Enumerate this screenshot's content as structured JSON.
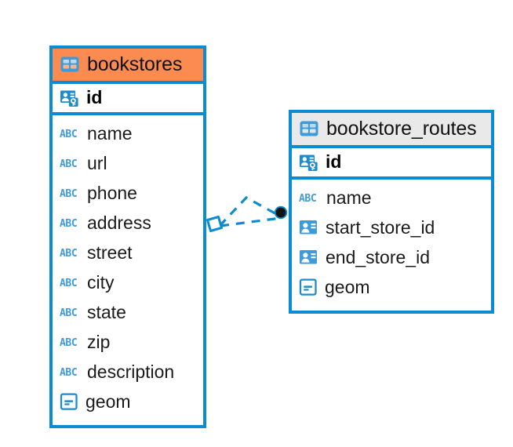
{
  "diagram": {
    "type": "entity-relationship-diagram",
    "background": "#ffffff",
    "accent_color": "#0c8cd0",
    "highlight_color": "#fb8b50",
    "header_gray": "#e9e9e9",
    "icon_blue": "#3f9bd8"
  },
  "entities": [
    {
      "name": "bookstores",
      "title": "bookstores",
      "header_style": "orange",
      "table_icon": "table-icon",
      "primary_key": {
        "label": "id",
        "icon": "primary-key-icon"
      },
      "fields": [
        {
          "label": "name",
          "icon": "text-type-icon"
        },
        {
          "label": "url",
          "icon": "text-type-icon"
        },
        {
          "label": "phone",
          "icon": "text-type-icon"
        },
        {
          "label": "address",
          "icon": "text-type-icon"
        },
        {
          "label": "street",
          "icon": "text-type-icon"
        },
        {
          "label": "city",
          "icon": "text-type-icon"
        },
        {
          "label": "state",
          "icon": "text-type-icon"
        },
        {
          "label": "zip",
          "icon": "text-type-icon"
        },
        {
          "label": "description",
          "icon": "text-type-icon"
        },
        {
          "label": "geom",
          "icon": "geometry-type-icon"
        }
      ]
    },
    {
      "name": "bookstore_routes",
      "title": "bookstore_routes",
      "header_style": "gray",
      "table_icon": "table-icon",
      "primary_key": {
        "label": "id",
        "icon": "primary-key-icon"
      },
      "fields": [
        {
          "label": "name",
          "icon": "text-type-icon"
        },
        {
          "label": "start_store_id",
          "icon": "foreign-key-icon"
        },
        {
          "label": "end_store_id",
          "icon": "foreign-key-icon"
        },
        {
          "label": "geom",
          "icon": "geometry-type-icon"
        }
      ]
    }
  ],
  "relationship": {
    "style": "dashed",
    "color": "#0c8cd0",
    "source_endpoint": "rhombus-endpoint",
    "target_endpoint": "filled-circle-endpoint",
    "target_endpoint_color": "#121212"
  },
  "icon_labels": {
    "text_type": "ABC"
  }
}
